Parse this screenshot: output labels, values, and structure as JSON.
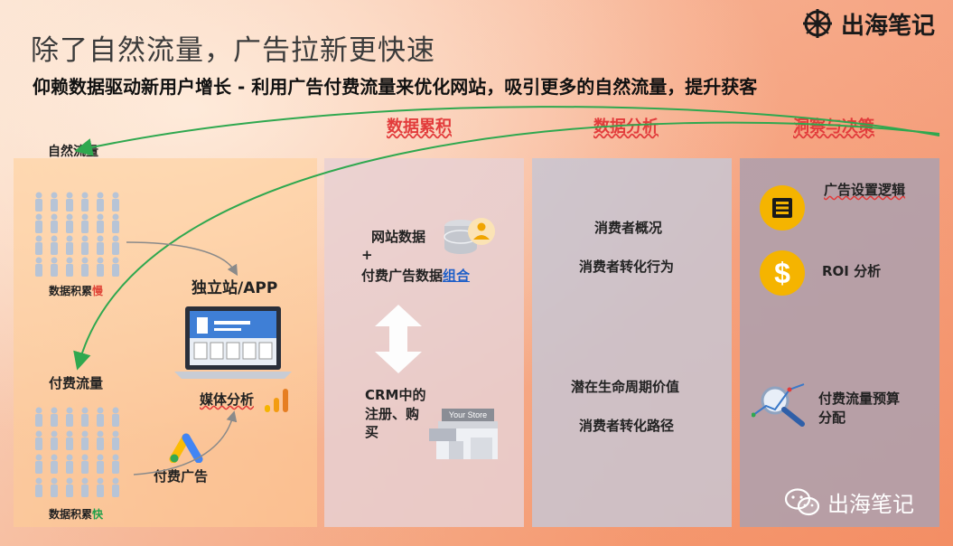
{
  "title": "除了自然流量，广告拉新更快速",
  "subtitle": "仰赖数据驱动新用户增长 - 利用广告付费流量来优化网站，吸引更多的自然流量，提升获客",
  "logo_text": "出海笔记",
  "stages": {
    "accumulate": "数据累积",
    "analyze": "数据分析",
    "insight": "洞察与决策"
  },
  "panel1": {
    "organic_label": "自然流量",
    "organic_rate_prefix": "数据积累",
    "organic_rate_speed": "慢",
    "site_label": "独立站/APP",
    "media_label": "媒体分析",
    "paid_label": "付费流量",
    "ads_label": "付费广告",
    "paid_rate_prefix": "数据积累",
    "paid_rate_speed": "快"
  },
  "panel2": {
    "site_data": "网站数据",
    "plus": "+",
    "ad_data_prefix": "付费广告数据",
    "ad_data_combine": "组合",
    "crm_line1": "CRM中的",
    "crm_line2": "注册、购",
    "crm_line3": "买",
    "store_sign": "Your Store"
  },
  "panel3": {
    "item1": "消费者概况",
    "item2": "消费者转化行为",
    "item3": "潜在生命周期价值",
    "item4": "消费者转化路径"
  },
  "panel4": {
    "ad_logic": "广告设置逻辑",
    "roi": "ROI 分析",
    "budget_line1": "付费流量预算",
    "budget_line2": "分配",
    "dollar": "$"
  },
  "watermark": "出海笔记",
  "colors": {
    "accent_red": "#e23b3b",
    "arrow_green": "#2fa84f",
    "icon_yellow": "#f5b400"
  }
}
